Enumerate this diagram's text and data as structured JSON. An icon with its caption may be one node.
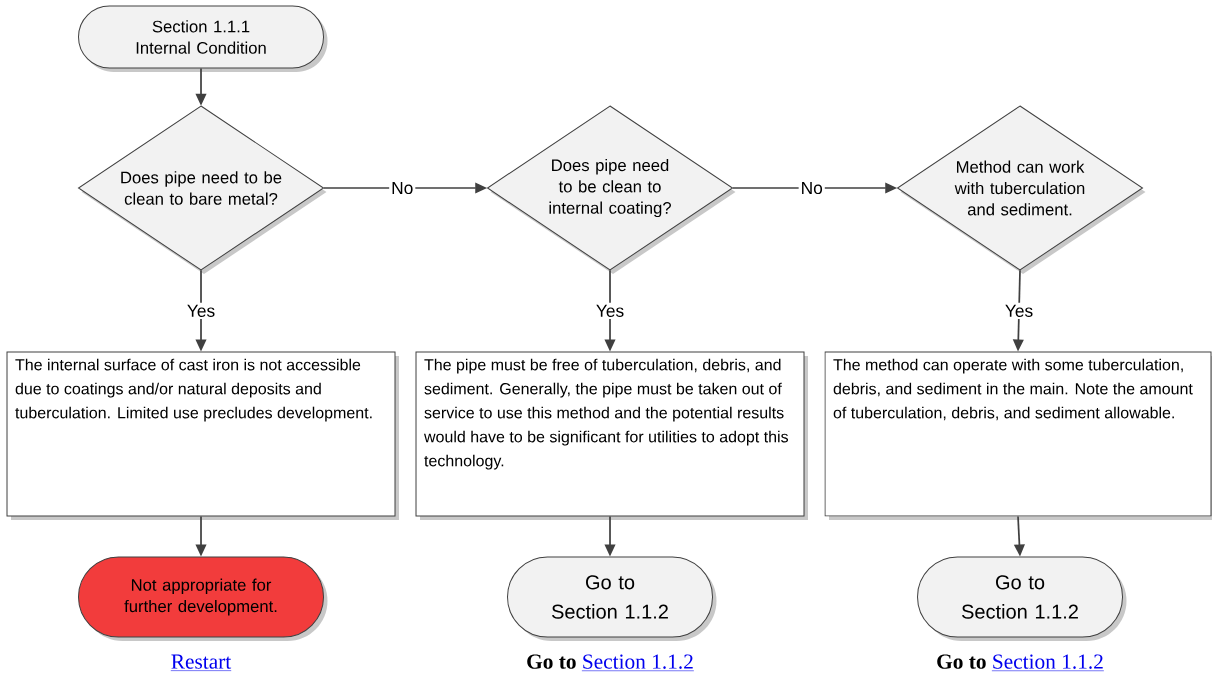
{
  "diagram": {
    "nodes": [
      {
        "text": [
          "Section 1.1.1 Internal Condition"
        ]
      },
      {
        "text": [
          "Does pipe need to be clean to bare metal?"
        ]
      },
      {
        "text": [
          "Does pipe need to be clean to internal coating?"
        ]
      },
      {
        "text": [
          "Method can work with tuberculation and sediment."
        ]
      },
      {
        "text": [
          "The internal surface of cast iron is not accessible due to coatings and/or natural deposits and tuberculation. Limited use precludes development."
        ]
      },
      {
        "text": [
          "The pipe must be free of tuberculation, debris, and sediment. Generally, the pipe must be taken out of service to use this method and the potential results would have to be significant for utilities to adopt this technology."
        ]
      },
      {
        "text": [
          "The method can operate with some tuberculation, debris, and sediment in the main. Note the amount of tuberculation, debris, and sediment allowable."
        ]
      },
      {
        "text": [
          "Not appropriate for further development."
        ],
        "beside": [
          "Restart"
        ]
      },
      {
        "text": [
          "Go to Section 1.1.2"
        ],
        "beside": [
          "Go to",
          "Section 1.1.2"
        ]
      },
      {
        "text": [
          "Go to Section 1.1.2"
        ],
        "beside": [
          "Go to",
          "Section 1.1.2"
        ]
      }
    ],
    "edges": [
      {
        "from": 0,
        "to": 1,
        "arrow": "to"
      },
      {
        "from": 1,
        "to": 2,
        "arrow": "to",
        "label": "No"
      },
      {
        "from": 2,
        "to": 3,
        "arrow": "to",
        "label": "No"
      },
      {
        "from": 1,
        "to": 4,
        "arrow": "to",
        "label": "Yes"
      },
      {
        "from": 2,
        "to": 5,
        "arrow": "to",
        "label": "Yes"
      },
      {
        "from": 3,
        "to": 6,
        "arrow": "to",
        "label": "Yes"
      },
      {
        "from": 4,
        "to": 7,
        "arrow": "to"
      },
      {
        "from": 5,
        "to": 8,
        "arrow": "to"
      },
      {
        "from": 6,
        "to": 9,
        "arrow": "to"
      }
    ]
  }
}
